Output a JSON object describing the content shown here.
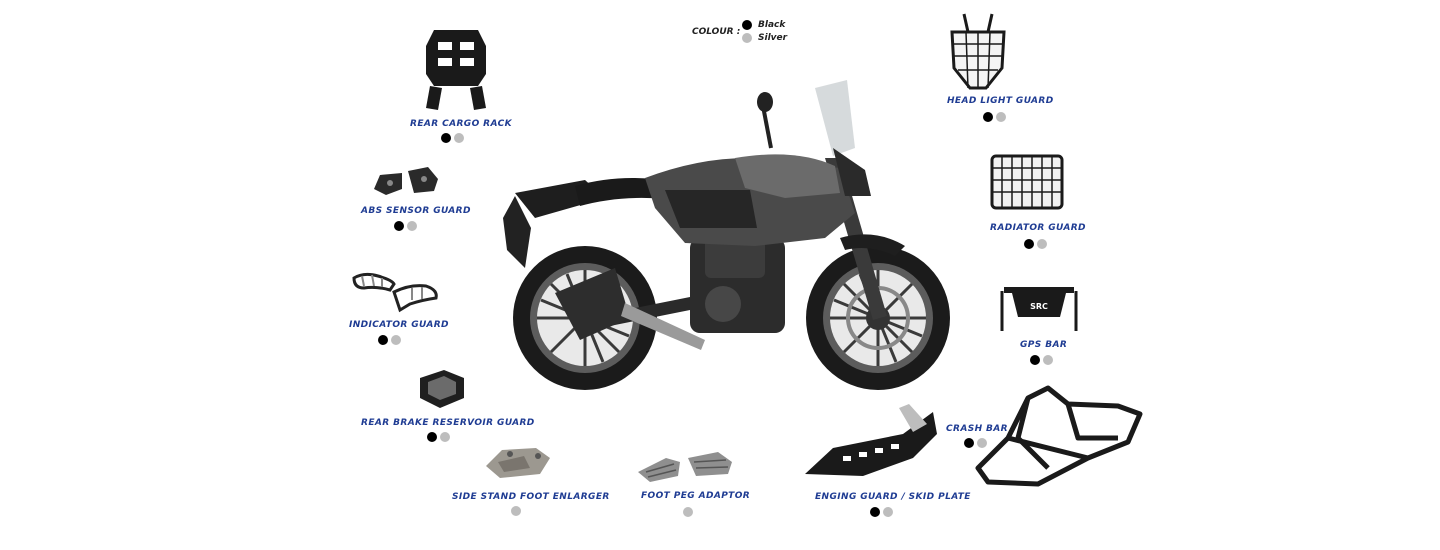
{
  "legend": {
    "title": "COLOUR :",
    "options": [
      {
        "label": "Black",
        "color": "#000000"
      },
      {
        "label": "Silver",
        "color": "#bdbdbd"
      }
    ]
  },
  "accent_color": "#1f3c93",
  "product_image": {
    "icon": "motorcycle-illustration"
  },
  "parts": [
    {
      "id": "rear-cargo-rack",
      "label": "REAR CARGO RACK",
      "colors": [
        "black",
        "silver"
      ],
      "icon": "cargo-rack-icon"
    },
    {
      "id": "abs-sensor-guard",
      "label": "ABS SENSOR GUARD",
      "colors": [
        "black",
        "silver"
      ],
      "icon": "abs-sensor-guard-icon"
    },
    {
      "id": "indicator-guard",
      "label": "INDICATOR GUARD",
      "colors": [
        "black",
        "silver"
      ],
      "icon": "indicator-guard-icon"
    },
    {
      "id": "rear-brake-reservoir-guard",
      "label": "REAR BRAKE RESERVOIR GUARD",
      "colors": [
        "black",
        "silver"
      ],
      "icon": "reservoir-guard-icon"
    },
    {
      "id": "side-stand-foot-enlarger",
      "label": "SIDE STAND FOOT ENLARGER",
      "colors": [
        "silver"
      ],
      "icon": "side-stand-plate-icon"
    },
    {
      "id": "foot-peg-adaptor",
      "label": "FOOT PEG ADAPTOR",
      "colors": [
        "silver"
      ],
      "icon": "foot-peg-icon"
    },
    {
      "id": "enging-guard-skid-plate",
      "label": "ENGING GUARD / SKID PLATE",
      "colors": [
        "black",
        "silver"
      ],
      "icon": "skid-plate-icon"
    },
    {
      "id": "crash-bar",
      "label": "CRASH BAR",
      "colors": [
        "black",
        "silver"
      ],
      "icon": "crash-bar-icon"
    },
    {
      "id": "gps-bar",
      "label": "GPS BAR",
      "colors": [
        "black",
        "silver"
      ],
      "icon": "gps-bar-icon"
    },
    {
      "id": "radiator-guard",
      "label": "RADIATOR GUARD",
      "colors": [
        "black",
        "silver"
      ],
      "icon": "radiator-guard-icon"
    },
    {
      "id": "head-light-guard",
      "label": "HEAD LIGHT GUARD",
      "colors": [
        "black",
        "silver"
      ],
      "icon": "headlight-guard-icon"
    }
  ]
}
